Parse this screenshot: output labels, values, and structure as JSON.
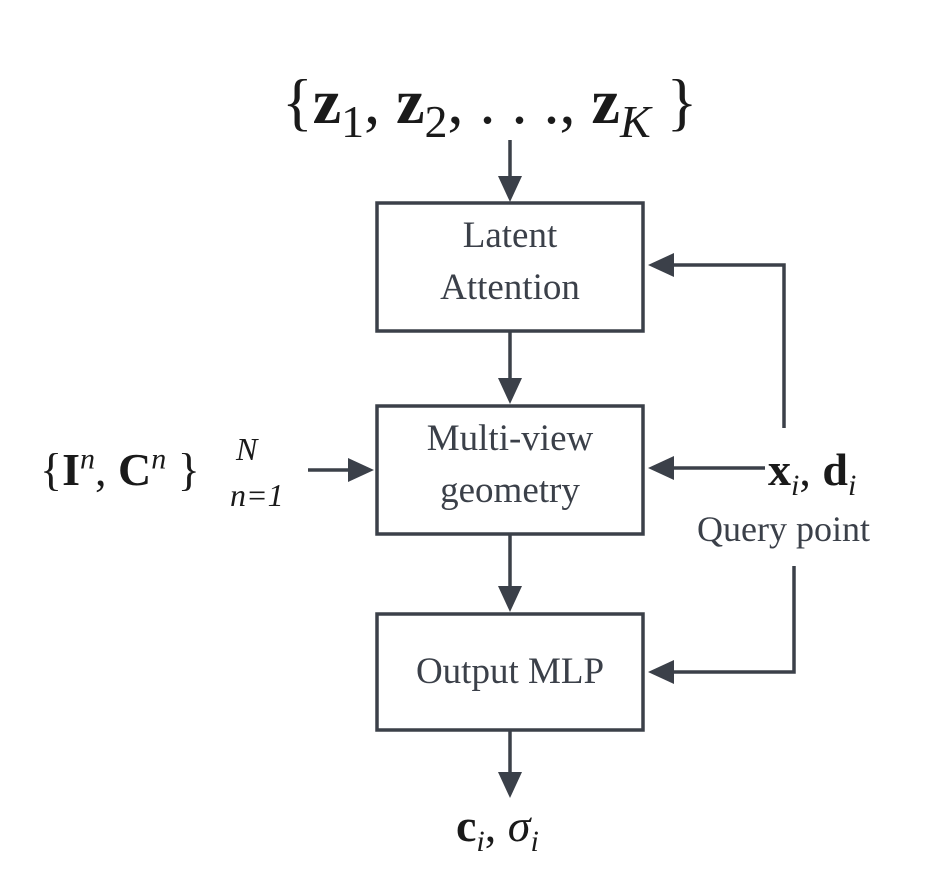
{
  "diagram": {
    "stroke_color": "#3b4049",
    "text_color": "#1a1a1a",
    "top_input": {
      "open": "{",
      "z": "z",
      "s1": "1",
      "s2": "2",
      "sep": ",",
      "dots": ". . .",
      "sK": "K",
      "close": "}"
    },
    "boxes": {
      "latent_attention": {
        "line1": "Latent",
        "line2": "Attention"
      },
      "multiview_geometry": {
        "line1": "Multi-view",
        "line2": "geometry"
      },
      "output_mlp": {
        "line1": "Output MLP"
      }
    },
    "left_input": {
      "open": "{",
      "I": "I",
      "C": "C",
      "n": "n",
      "sep": ",",
      "close": "}",
      "upper": "N",
      "lower": "n=1"
    },
    "query": {
      "x": "x",
      "d": "d",
      "i": "i",
      "sep": ",",
      "caption": "Query point"
    },
    "output": {
      "c": "c",
      "sigma": "σ",
      "i": "i",
      "sep": ","
    }
  }
}
